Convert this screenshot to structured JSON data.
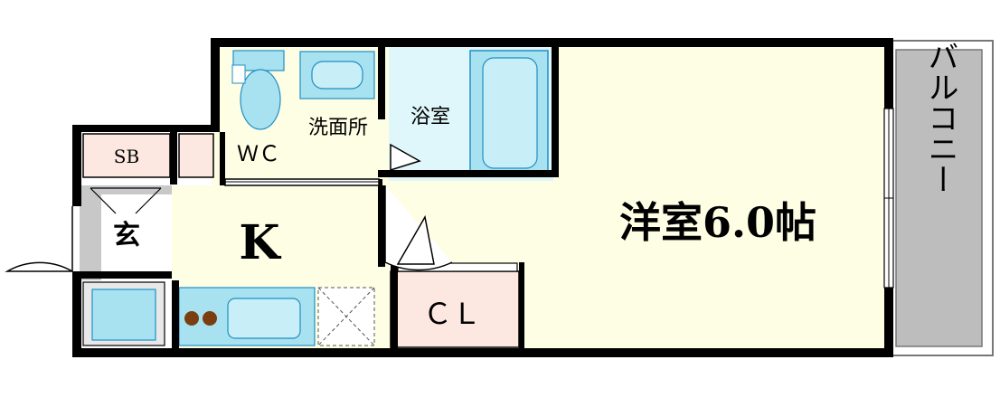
{
  "colors": {
    "wall": "#000000",
    "living": "#fefee4",
    "wet_area": "#dff6fb",
    "fixture": "#a8e2f1",
    "fixture_stroke": "#1e8fc4",
    "storage": "#fce8e0",
    "balcony": "#bdbdbd",
    "entry": "#c8c8c8",
    "stove_burner": "#7a3e10"
  },
  "rooms": {
    "western_room": "洋室6.0帖",
    "kitchen": "K",
    "entrance": "玄",
    "washroom": "洗面所",
    "bath": "浴室",
    "toilet": "ＷＣ",
    "closet": "ＣＬ",
    "shoe_box": "SB",
    "balcony": "バルコニー"
  }
}
